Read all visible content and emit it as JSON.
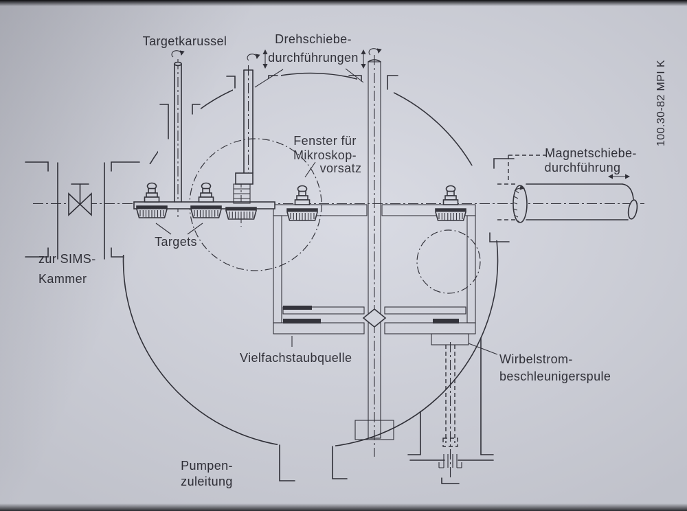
{
  "photo": {
    "paper_color": "#d7d9e2",
    "ink_color": "#2e2e36"
  },
  "title_block": {
    "drawing_number": "100.30-82 MPI K"
  },
  "labels": {
    "targetkarussel": "Targetkarussel",
    "drehschiebe_1": "Drehschiebe-",
    "drehschiebe_2": "durchführungen",
    "fenster_1": "Fenster für",
    "fenster_2": "Mikroskop-",
    "fenster_3": "vorsatz",
    "magnetschiebe_1": "Magnetschiebe-",
    "magnetschiebe_2": "durchführung",
    "zur_sims_1": "zur SIMS-",
    "zur_sims_2": "Kammer",
    "targets": "Targets",
    "vielfachstaubquelle": "Vielfachstaubquelle",
    "wirbelstrom_1": "Wirbelstrom-",
    "wirbelstrom_2": "beschleunigerspule",
    "pumpen_1": "Pumpen-",
    "pumpen_2": "zuleitung"
  }
}
